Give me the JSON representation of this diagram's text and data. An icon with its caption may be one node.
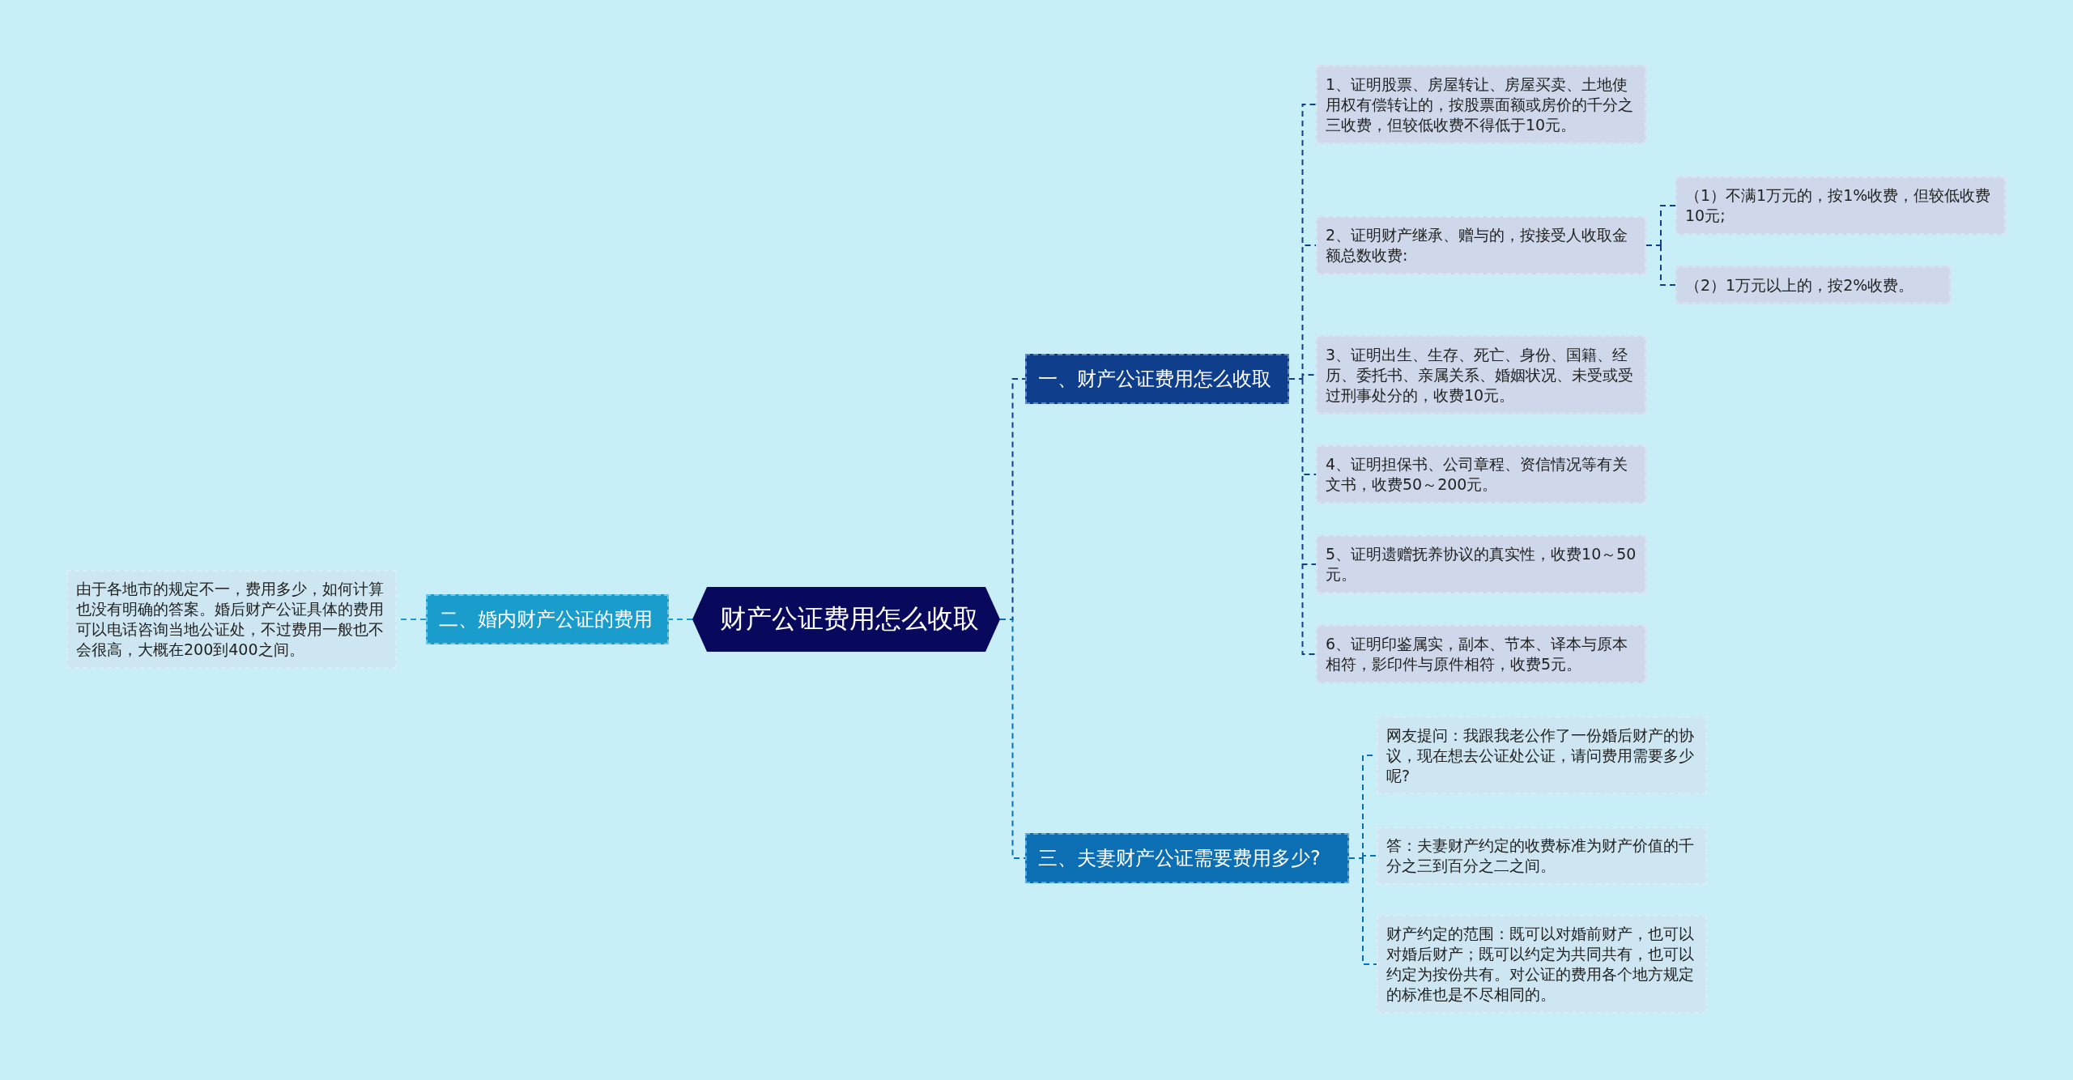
{
  "diagram": {
    "nodes": [
      {
        "text": [
          "财产公证费用怎么收取"
        ]
      },
      {
        "text": [
          "一、财产公证费用怎么收取"
        ]
      },
      {
        "text": [
          "1、证明股票、房屋转让、房屋买卖、土地使用权有偿转让的，按股票面额或房价的千分之三收费，但较低收费不得低于10元。"
        ]
      },
      {
        "text": [
          "2、证明财产继承、赠与的，按接受人收取金额总数收费:"
        ]
      },
      {
        "text": [
          "（1）不满1万元的，按1%收费，但较低收费10元;"
        ]
      },
      {
        "text": [
          "（2）1万元以上的，按2%收费。"
        ]
      },
      {
        "text": [
          "3、证明出生、生存、死亡、身份、国籍、经历、委托书、亲属关系、婚姻状况、未受或受过刑事处分的，收费10元。"
        ]
      },
      {
        "text": [
          "4、证明担保书、公司章程、资信情况等有关文书，收费50～200元。"
        ]
      },
      {
        "text": [
          "5、证明遗赠抚养协议的真实性，收费10～50元。"
        ]
      },
      {
        "text": [
          "6、证明印鉴属实，副本、节本、译本与原本相符，影印件与原件相符，收费5元。"
        ]
      },
      {
        "text": [
          "三、夫妻财产公证需要费用多少?"
        ]
      },
      {
        "text": [
          "网友提问：我跟我老公作了一份婚后财产的协议，现在想去公证处公证，请问费用需要多少呢?"
        ]
      },
      {
        "text": [
          "答：夫妻财产约定的收费标准为财产价值的千分之三到百分之二之间。"
        ]
      },
      {
        "text": [
          "财产约定的范围：既可以对婚前财产，也可以对婚后财产；既可以约定为共同共有，也可以约定为按份共有。对公证的费用各个地方规定的标准也是不尽相同的。"
        ]
      },
      {
        "text": [
          "二、婚内财产公证的费用"
        ]
      },
      {
        "text": [
          "由于各地市的规定不一，费用多少，如何计算也没有明确的答案。婚后财产公证具体的费用可以电话咨询当地公证处，不过费用一般也不会很高，大概在200到400之间。"
        ]
      }
    ],
    "edges": [
      {
        "from": 0,
        "to": 1,
        "arrow": "none",
        "style": "dashed"
      },
      {
        "from": 1,
        "to": 2,
        "arrow": "none",
        "style": "dashed"
      },
      {
        "from": 1,
        "to": 3,
        "arrow": "none",
        "style": "dashed"
      },
      {
        "from": 3,
        "to": 4,
        "arrow": "none",
        "style": "dashed"
      },
      {
        "from": 3,
        "to": 5,
        "arrow": "none",
        "style": "dashed"
      },
      {
        "from": 1,
        "to": 6,
        "arrow": "none",
        "style": "dashed"
      },
      {
        "from": 1,
        "to": 7,
        "arrow": "none",
        "style": "dashed"
      },
      {
        "from": 1,
        "to": 8,
        "arrow": "none",
        "style": "dashed"
      },
      {
        "from": 1,
        "to": 9,
        "arrow": "none",
        "style": "dashed"
      },
      {
        "from": 0,
        "to": 10,
        "arrow": "none",
        "style": "dashed",
        "color": "#0b6fb3"
      },
      {
        "from": 10,
        "to": 11,
        "arrow": "none",
        "style": "dashed",
        "color": "#0b6fb3"
      },
      {
        "from": 10,
        "to": 12,
        "arrow": "none",
        "style": "dashed",
        "color": "#0b6fb3"
      },
      {
        "from": 10,
        "to": 13,
        "arrow": "none",
        "style": "dashed",
        "color": "#0b6fb3"
      },
      {
        "from": 0,
        "to": 14,
        "arrow": "none",
        "style": "dashed",
        "color": "#1a9ccc"
      },
      {
        "from": 14,
        "to": 15,
        "arrow": "none",
        "style": "dashed",
        "color": "#1a9ccc"
      }
    ]
  }
}
